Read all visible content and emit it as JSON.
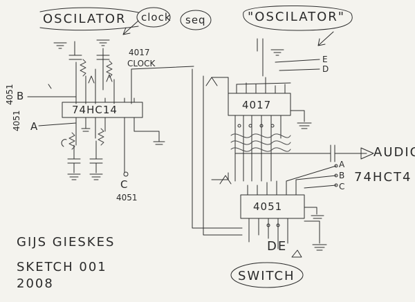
{
  "diagram": {
    "left_oscillator_label": "OSCILATOR",
    "clock_label": "clock",
    "seq_label": "seq",
    "right_oscillator_label": "\"OSCILATOR\"",
    "chip_74hc14": "74HC14",
    "chip_4017_top": "4017",
    "chip_4017_clock_label": "4017\nCLOCK",
    "chip_4017_right": "4017",
    "chip_4051": "4051",
    "chip_74hct4": "74HCT4",
    "pin_b": "B",
    "pin_a": "A",
    "pin_c": "C",
    "pin_4051_b": "4051",
    "pin_4051_a": "4051",
    "pin_4051_c": "4051",
    "pin_e": "E",
    "pin_d": "D",
    "audio_label": "AUDIO",
    "abc_a": "A",
    "abc_b": "B",
    "abc_c": "C",
    "de_label": "DE",
    "switch_label": "SWITCH",
    "author": "GIJS GIESKES",
    "sketch_label": "SKETCH 001",
    "year": "2008"
  }
}
